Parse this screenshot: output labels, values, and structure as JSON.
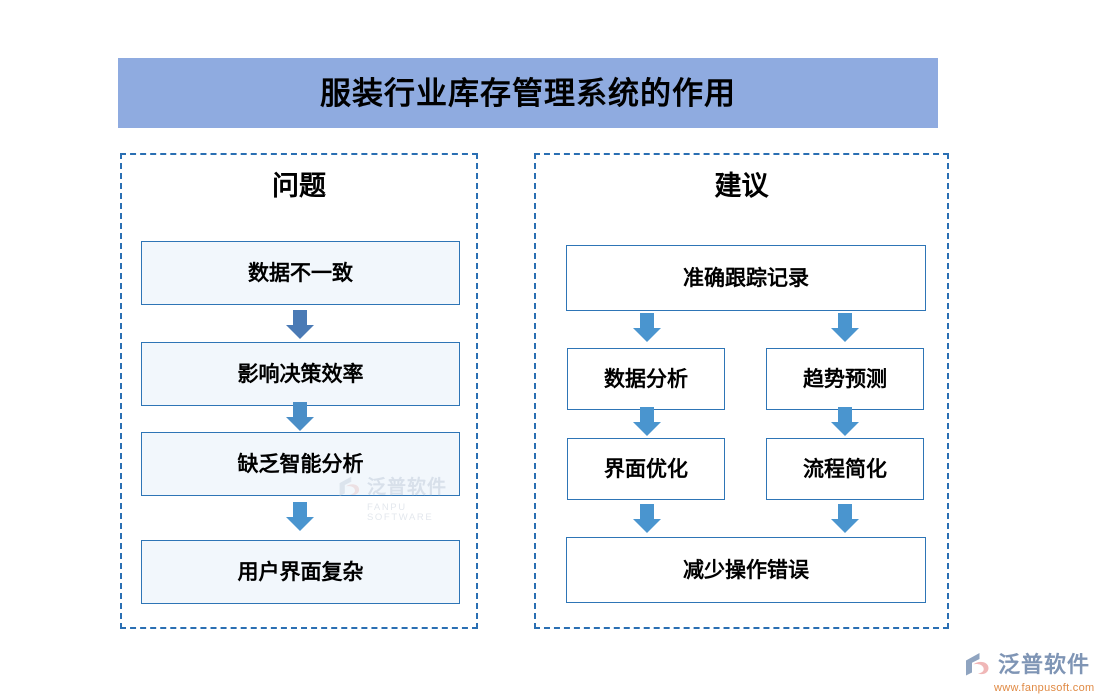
{
  "title": {
    "text": "服装行业库存管理系统的作用",
    "banner_color": "#8fabe0"
  },
  "columns": {
    "left": {
      "header": "问题",
      "nodes": [
        {
          "label": "数据不一致"
        },
        {
          "label": "影响决策效率"
        },
        {
          "label": "缺乏智能分析"
        },
        {
          "label": "用户界面复杂"
        }
      ]
    },
    "right": {
      "header": "建议",
      "top_node": {
        "label": "准确跟踪记录"
      },
      "branch_a": [
        {
          "label": "数据分析"
        },
        {
          "label": "界面优化"
        }
      ],
      "branch_b": [
        {
          "label": "趋势预测"
        },
        {
          "label": "流程简化"
        }
      ],
      "bottom_node": {
        "label": "减少操作错误"
      }
    }
  },
  "arrows": {
    "icon": "arrow-down-icon",
    "left_color": "#4a7ab5",
    "right_color": "#4a95cf",
    "count_left": 3,
    "count_right": 6
  },
  "watermark": {
    "cn": "泛普软件",
    "en": "FANPU SOFTWARE",
    "color": "#b9c6d6"
  },
  "logo": {
    "cn": "泛普软件",
    "url": "www.fanpusoft.com",
    "cn_color": "#7f95b5",
    "url_color": "#e08a44"
  },
  "colors": {
    "panel_border": "#2a6fb3",
    "node_border": "#2e75b6",
    "node_fill_left": "#f2f7fc",
    "node_fill_right": "#ffffff",
    "text": "#000000"
  }
}
